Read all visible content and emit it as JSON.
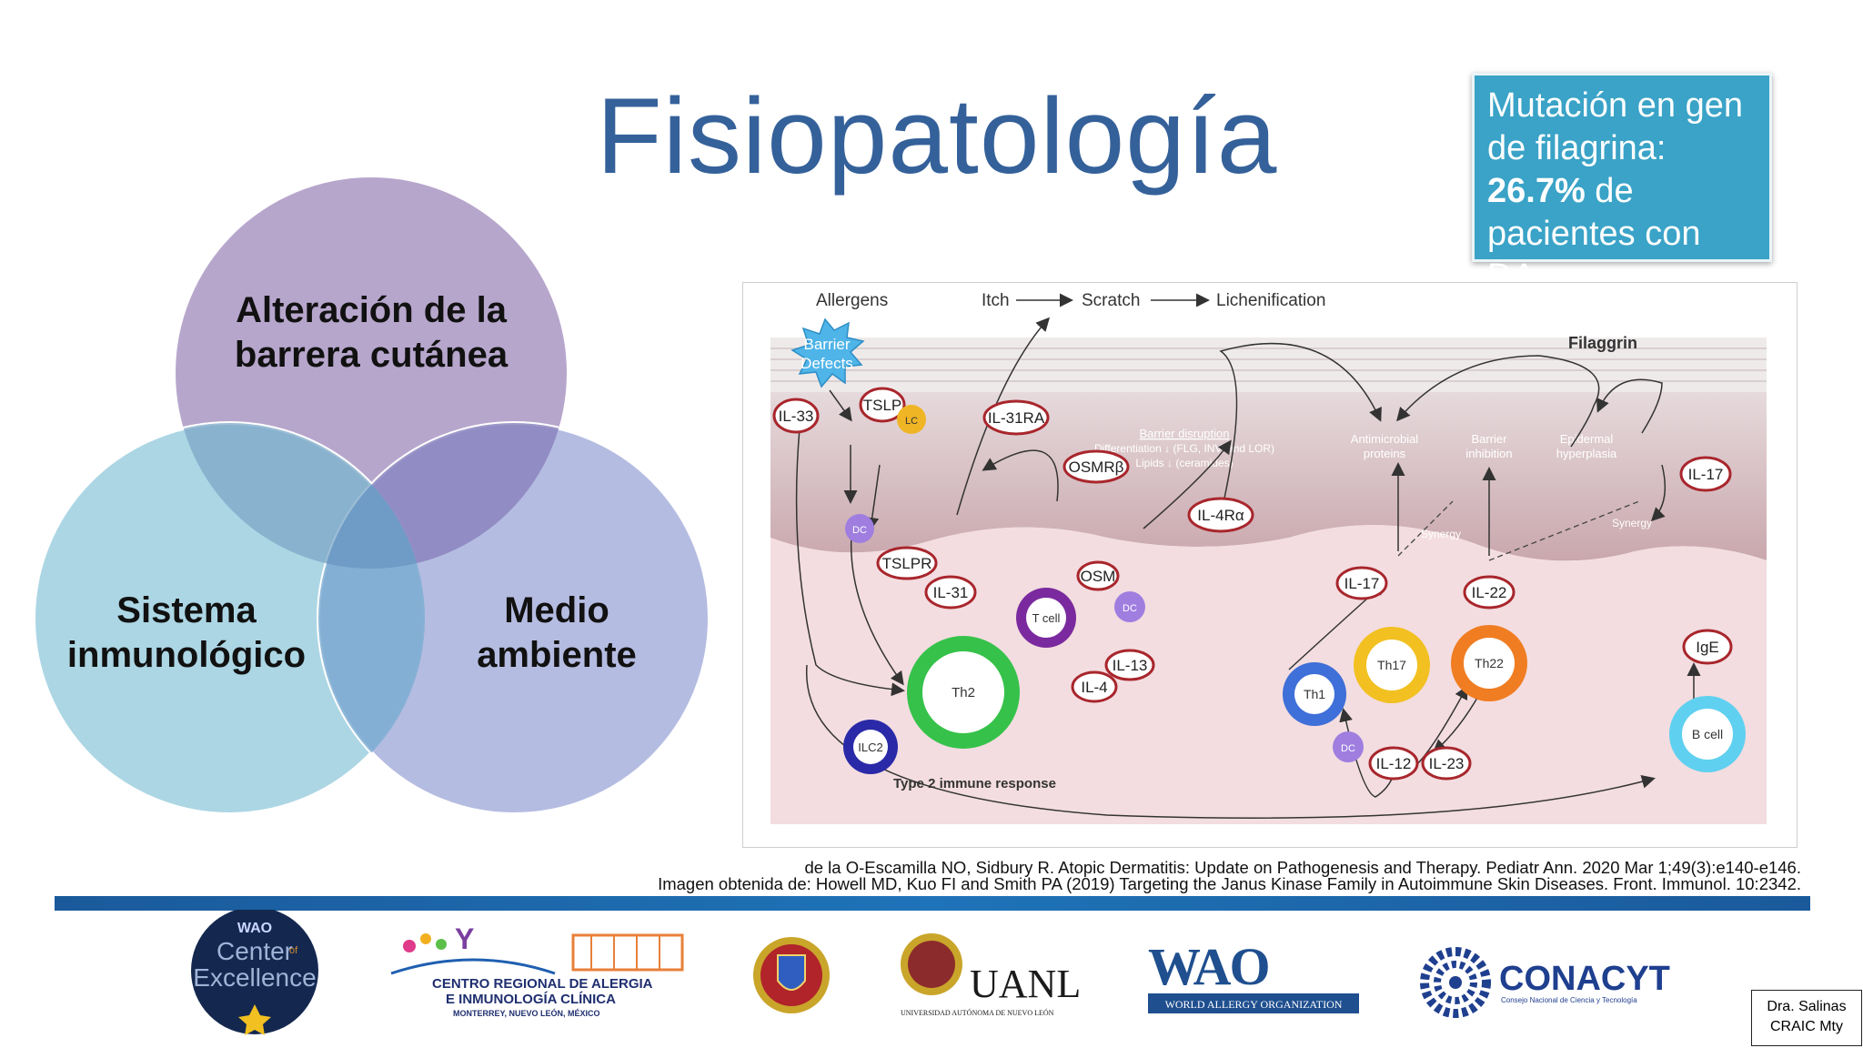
{
  "title": "Fisiopatología",
  "callout": {
    "line1": "Mutación en gen de filagrina:",
    "highlight": "26.7%",
    "line2": " de pacientes con DA."
  },
  "venn": {
    "top": [
      "Alteración de la",
      "barrera cutánea"
    ],
    "left": [
      "Sistema",
      "inmunológico"
    ],
    "right": [
      "Medio",
      "ambiente"
    ]
  },
  "figure": {
    "allergens": "Allergens",
    "itch": "Itch",
    "scratch": "Scratch",
    "lichenification": "Lichenification",
    "filaggrin": "Filaggrin",
    "barrier_defects": [
      "Barrier",
      "Defects"
    ],
    "barrier_disruption": "Barrier disruption",
    "differentiation": "Differentiation ↓ (FLG, INV, and LOR)",
    "lipids": "Lipids ↓ (ceramides)",
    "antimicrobial": [
      "Antimicrobial",
      "proteins"
    ],
    "barrier_inhibition": [
      "Barrier",
      "inhibition"
    ],
    "epidermal": [
      "Epidermal",
      "hyperplasia"
    ],
    "synergy": "Synergy",
    "type2": "Type 2 immune response",
    "labels": {
      "il33": "IL-33",
      "tslp": "TSLP",
      "lc": "LC",
      "il31ra": "IL-31RA",
      "osmrb": "OSMRβ",
      "il4ra": "IL-4Rα",
      "il17_top": "IL-17",
      "dc": "DC",
      "tslpr": "TSLPR",
      "il31": "IL-31",
      "osm": "OSM",
      "tcell": "T cell",
      "il13": "IL-13",
      "il4": "IL-4",
      "th2": "Th2",
      "ilc2": "ILC2",
      "il17": "IL-17",
      "il22": "IL-22",
      "th17": "Th17",
      "th22": "Th22",
      "th1": "Th1",
      "il12": "IL-12",
      "il23": "IL-23",
      "ige": "IgE",
      "bcell": "B cell"
    }
  },
  "references": [
    "de la O-Escamilla NO, Sidbury R. Atopic Dermatitis: Update on Pathogenesis and Therapy. Pediatr Ann. 2020 Mar 1;49(3):e140-e146.",
    "Imagen obtenida de: Howell MD, Kuo FI and Smith PA (2019) Targeting the Janus Kinase Family in Autoimmune Skin Diseases. Front. Immunol. 10:2342."
  ],
  "footer": {
    "center_excellence": [
      "Center",
      "of",
      "Excellence"
    ],
    "centro_regional": [
      "CENTRO REGIONAL DE ALERGIA",
      "E INMUNOLOGÍA CLÍNICA",
      "MONTERREY, NUEVO LEÓN, MÉXICO"
    ],
    "uanl": "UANL",
    "uanl_sub": "UNIVERSIDAD AUTÓNOMA DE NUEVO LEÓN",
    "wao": "WAO",
    "wao_sub": "WORLD ALLERGY ORGANIZATION",
    "conacyt": "CONACYT",
    "conacyt_sub": "Consejo Nacional de Ciencia y Tecnología"
  },
  "credit": [
    "Dra. Salinas",
    "CRAIC Mty"
  ],
  "colors": {
    "title": "#35619a",
    "callout_bg": "#3aa3c7",
    "venn_top": "#b7a6cc",
    "venn_left": "#a5d3e2",
    "venn_right": "#a8b0dc",
    "bar": "#1f6fb2"
  }
}
